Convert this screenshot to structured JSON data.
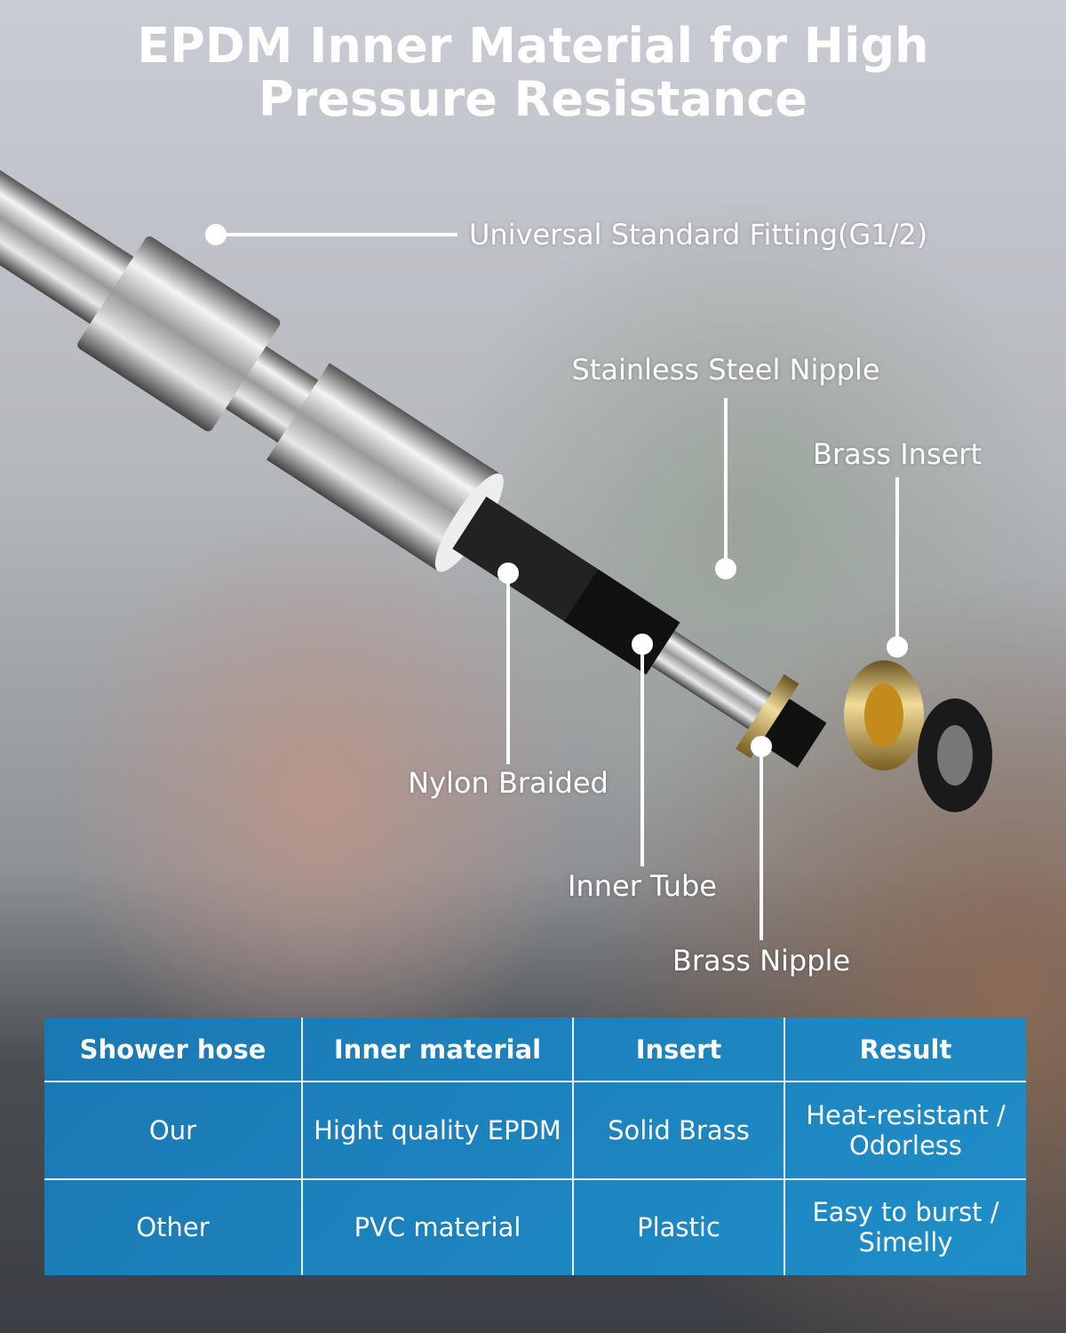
{
  "title": {
    "line1": "EPDM Inner Material for High",
    "line2": "Pressure Resistance"
  },
  "callouts": {
    "fitting": "Universal Standard Fitting(G1/2)",
    "stainless_nipple": "Stainless Steel Nipple",
    "brass_insert": "Brass Insert",
    "nylon_braided": "Nylon Braided",
    "inner_tube": "Inner Tube",
    "brass_nipple": "Brass Nipple"
  },
  "table": {
    "headers": [
      "Shower hose",
      "Inner material",
      "Insert",
      "Result"
    ],
    "rows": [
      [
        "Our",
        "Hight quality EPDM",
        "Solid Brass",
        "Heat-resistant / Odorless"
      ],
      [
        "Other",
        "PVC material",
        "Plastic",
        "Easy to burst / Simelly"
      ]
    ]
  }
}
